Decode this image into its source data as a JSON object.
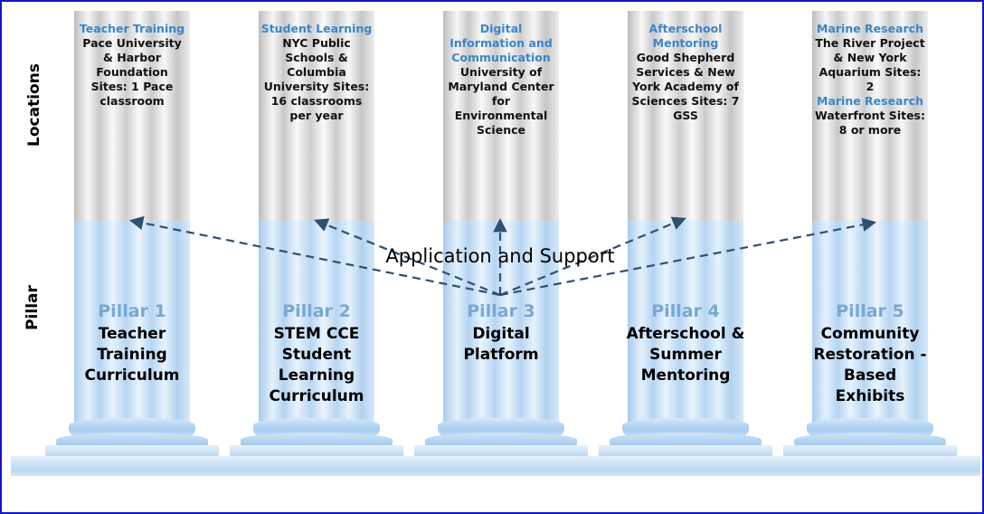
{
  "labels": {
    "locations": "Locations",
    "pillar": "Pillar",
    "support": "Application and Support"
  },
  "colors": {
    "border": "#1515c8",
    "area_text": "#3a86c9",
    "pillar_heading": "#7aa7d3",
    "arrow": "#2f4f73"
  },
  "columns": [
    {
      "areas": [
        {
          "area": "Teacher Training",
          "text": "Pace University & Harbor Foundation Sites: 1 Pace classroom"
        }
      ],
      "pillar": "Pillar 1",
      "title": "Teacher Training Curriculum"
    },
    {
      "areas": [
        {
          "area": "Student Learning",
          "text": "NYC Public Schools & Columbia University Sites: 16 classrooms per year"
        }
      ],
      "pillar": "Pillar 2",
      "title": "STEM CCE Student Learning Curriculum"
    },
    {
      "areas": [
        {
          "area": "Digital Information and Communication",
          "text": "University of Maryland Center for Environmental Science"
        }
      ],
      "pillar": "Pillar 3",
      "title": "Digital Platform"
    },
    {
      "areas": [
        {
          "area": "Afterschool Mentoring",
          "text": "Good Shepherd Services & New York Academy of Sciences Sites: 7 GSS"
        }
      ],
      "pillar": "Pillar 4",
      "title": "Afterschool & Summer Mentoring"
    },
    {
      "areas": [
        {
          "area": "Marine Research",
          "text": "The River Project & New York Aquarium Sites: 2"
        },
        {
          "area": "Marine Research",
          "text": "Waterfront Sites: 8 or more"
        }
      ],
      "pillar": "Pillar 5",
      "title": "Community Restoration - Based Exhibits"
    }
  ]
}
